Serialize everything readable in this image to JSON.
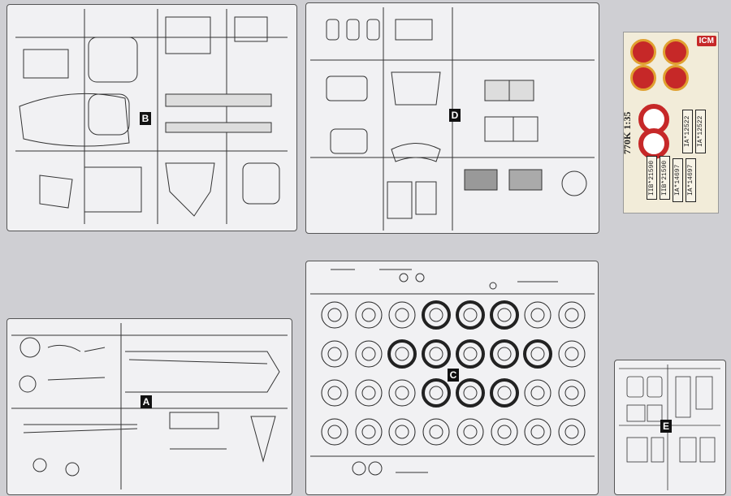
{
  "sprues": [
    {
      "id": "B",
      "label": "B"
    },
    {
      "id": "D",
      "label": "D"
    },
    {
      "id": "A",
      "label": "A"
    },
    {
      "id": "C",
      "label": "C"
    },
    {
      "id": "E",
      "label": "E"
    }
  ],
  "decal_sheet": {
    "title": "770K 1:35",
    "brand": "ICM",
    "plates": [
      "IIB*21590",
      "IIB*21590",
      "IA*14697",
      "IA*14697",
      "IA*12522",
      "IA*12522"
    ],
    "colors": {
      "red": "#c62828",
      "orange": "#e0a030",
      "cream": "#f2ecd9"
    }
  }
}
